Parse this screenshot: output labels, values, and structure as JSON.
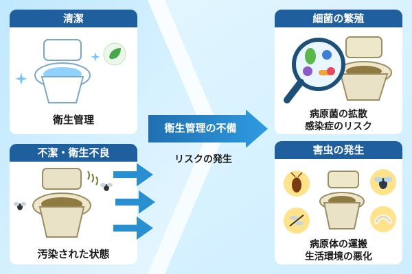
{
  "left_top": {
    "title": "清潔",
    "caption": "衛生管理"
  },
  "left_bottom": {
    "title": "不潔・衛生不良",
    "caption": "汚染された状態"
  },
  "middle": {
    "banner": "衛生管理の不備",
    "subtitle": "リスクの発生"
  },
  "right_top": {
    "title": "細菌の繁殖",
    "line1": "病原菌の拡散",
    "line2": "感染症のリスク"
  },
  "right_bottom": {
    "title": "害虫の発生",
    "line1": "病原体の運搬",
    "line2": "生活環境の悪化"
  },
  "icons": [
    "toilet-clean-icon",
    "leaf-icon",
    "sparkle-icon",
    "toilet-dirty-icon",
    "fly-icon",
    "arrow-right-icon",
    "magnifier-bacteria-icon",
    "cockroach-icon",
    "mosquito-icon",
    "larva-icon"
  ],
  "colors": {
    "navy": "#1f5f9e",
    "arrow_blue": "#2a8fd0",
    "sky": "#cfeeff",
    "leaf_green": "#4aa64a"
  }
}
